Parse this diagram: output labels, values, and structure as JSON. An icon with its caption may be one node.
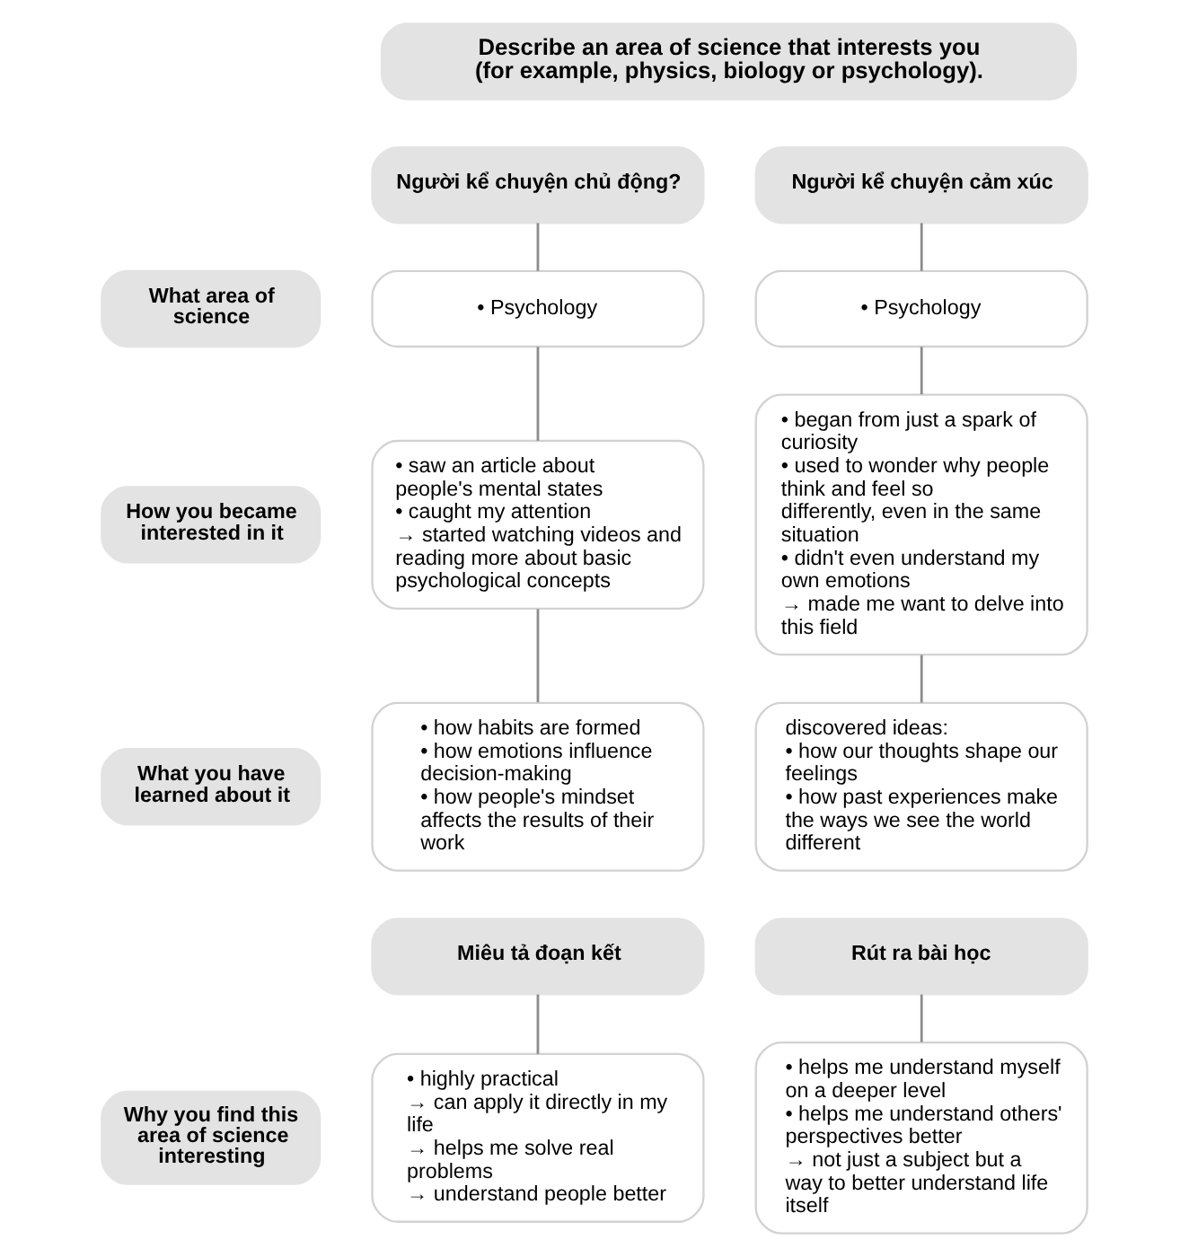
{
  "diagram": {
    "nodes": [
      {
        "text": [
          "Describe an area of science that interests you (for example, physics, biology or psychology)."
        ]
      },
      {
        "text": [
          "Người kể chuyện chủ động?"
        ]
      },
      {
        "text": [
          "Người kể chuyện cảm xúc"
        ]
      },
      {
        "text": [
          "What area of science"
        ]
      },
      {
        "text": [
          "• Psychology"
        ]
      },
      {
        "text": [
          "• Psychology"
        ]
      },
      {
        "text": [
          "How you became interested in it"
        ]
      },
      {
        "text": [
          "• saw an article about people's mental states",
          "• caught my attention",
          "→ started watching videos and reading more about basic psychological concepts"
        ]
      },
      {
        "text": [
          "• began from just a spark of curiosity",
          "• used to wonder why people think and feel so differently, even in the same situation",
          "• didn't even understand my own emotions",
          "→ made me want to delve into this field"
        ]
      },
      {
        "text": [
          "What you have learned about it"
        ]
      },
      {
        "text": [
          "• how habits are formed",
          "• how emotions influence decision-making",
          "• how people's mindset affects the results of their work"
        ]
      },
      {
        "text": [
          "discovered ideas:",
          "• how our thoughts shape our feelings",
          "• how past experiences make the ways we see the world different"
        ]
      },
      {
        "text": [
          "Miêu tả đoạn kết"
        ]
      },
      {
        "text": [
          "Rút ra bài học"
        ]
      },
      {
        "text": [
          "Why you find this area of science interesting"
        ]
      },
      {
        "text": [
          "• highly practical",
          "→ can apply it directly in my life",
          "→ helps me solve real problems",
          "→ understand people better"
        ]
      },
      {
        "text": [
          "• helps me understand myself on a deeper level",
          "• helps me understand others' perspectives better",
          "→ not just a subject but a way to better understand life itself"
        ]
      }
    ],
    "edges": [
      {
        "from": 1,
        "to": 4,
        "arrow": "none"
      },
      {
        "from": 4,
        "to": 7,
        "arrow": "none"
      },
      {
        "from": 7,
        "to": 10,
        "arrow": "none"
      },
      {
        "from": 2,
        "to": 5,
        "arrow": "none"
      },
      {
        "from": 5,
        "to": 8,
        "arrow": "none"
      },
      {
        "from": 8,
        "to": 11,
        "arrow": "none"
      },
      {
        "from": 12,
        "to": 15,
        "arrow": "none"
      },
      {
        "from": 13,
        "to": 16,
        "arrow": "none"
      }
    ]
  }
}
